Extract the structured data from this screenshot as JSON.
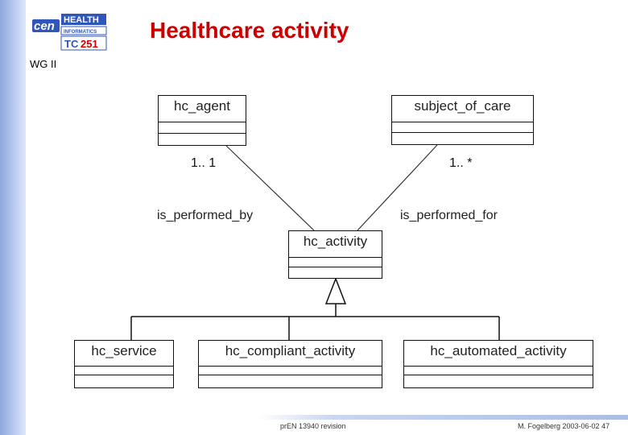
{
  "slide": {
    "title": "Healthcare activity",
    "wg_label": "WG II",
    "accent_color": "#cc0000",
    "sidebar_color": "#a4b8e8"
  },
  "logo": {
    "brand": "cen",
    "line1": "HEALTH",
    "line2": "INFORMATICS",
    "code_prefix": "TC",
    "code_number": "251"
  },
  "diagram": {
    "classes": {
      "hc_agent": "hc_agent",
      "subject_of_care": "subject_of_care",
      "hc_activity": "hc_activity",
      "hc_service": "hc_service",
      "hc_compliant_activity": "hc_compliant_activity",
      "hc_automated_activity": "hc_automated_activity"
    },
    "associations": {
      "performed_by": "is_performed_by",
      "performed_for": "is_performed_for",
      "agent_multiplicity": "1.. 1",
      "care_multiplicity": "1.. *"
    }
  },
  "footer": {
    "center": "prEN 13940 revision",
    "right": "M. Fogelberg 2003-06-02   47"
  }
}
